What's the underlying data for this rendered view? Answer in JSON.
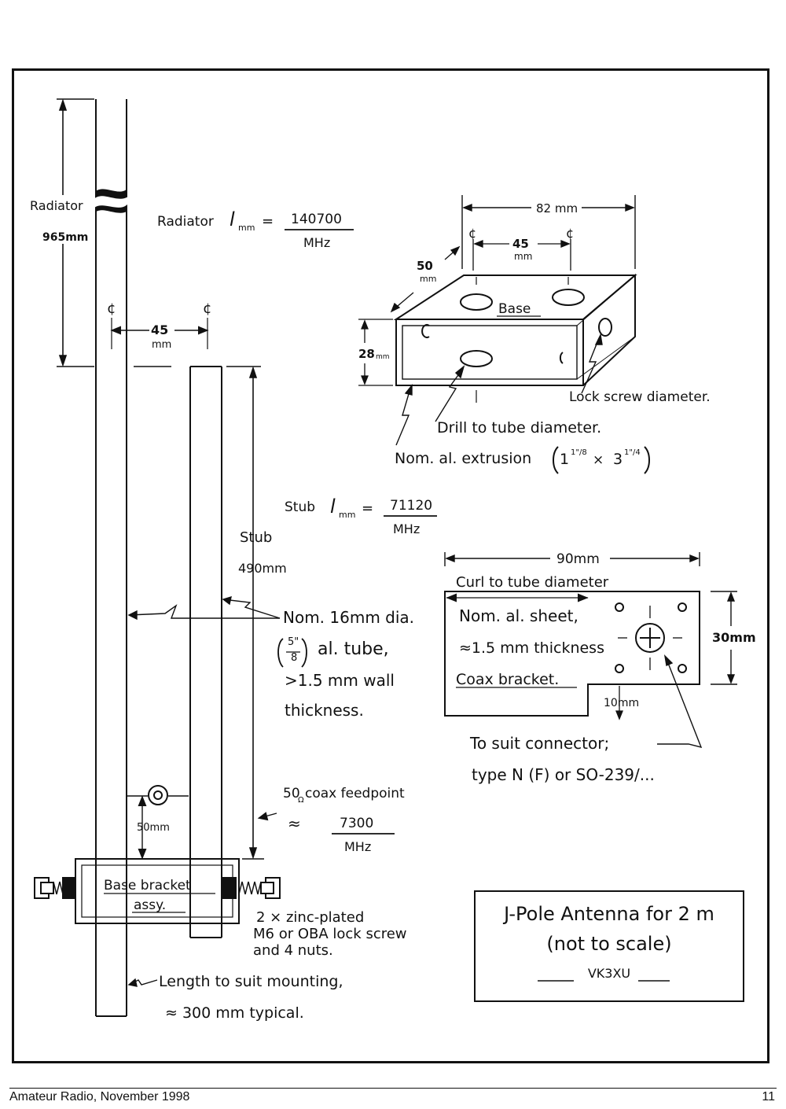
{
  "radiator": {
    "label": "Radiator",
    "length": "965mm",
    "formula_prefix": "Radiator",
    "formula_sym": "l",
    "formula_sub": "mm",
    "formula_eq": "=",
    "formula_num": "140700",
    "formula_den": "MHz"
  },
  "spacing": {
    "cl": "¢",
    "value": "45",
    "unit": "mm"
  },
  "stub": {
    "label": "Stub",
    "length": "490mm",
    "formula_prefix": "Stub",
    "formula_sym": "l",
    "formula_sub": "mm",
    "formula_eq": "=",
    "formula_num": "71120",
    "formula_den": "MHz"
  },
  "tube_note": {
    "line1": "Nom. 16mm dia.",
    "line2_frac_num": "5\"",
    "line2_frac_den": "8",
    "line2_rest": "al. tube,",
    "line3": ">1.5 mm wall",
    "line4": "thickness."
  },
  "feedpoint": {
    "label_prefix": "50",
    "label_sub": "Ω",
    "label_rest": "coax feedpoint",
    "approx": "≈",
    "num": "7300",
    "den": "MHz",
    "offset": "50mm"
  },
  "base_bracket": {
    "line1": "Base bracket",
    "line2": "assy."
  },
  "lock_note": {
    "line1": "2 × zinc-plated",
    "line2": "M6 or OBA lock screw",
    "line3": "and 4 nuts."
  },
  "mount_note": {
    "line1": "Length to suit mounting,",
    "line2": "≈ 300 mm typical."
  },
  "base_detail": {
    "width": "82 mm",
    "cl": "¢",
    "spacing_value": "45",
    "spacing_unit": "mm",
    "depth_value": "50",
    "depth_unit": "mm",
    "height_value": "28",
    "height_unit": "mm",
    "label": "Base",
    "lock_screw": "Lock screw diameter.",
    "drill": "Drill to tube diameter.",
    "extrusion_prefix": "Nom. al. extrusion",
    "extrusion_a": "1",
    "extrusion_a_frac": "1\"/8",
    "extrusion_x": "×",
    "extrusion_b": "3",
    "extrusion_b_frac": "1\"/4"
  },
  "coax_bracket": {
    "width": "90mm",
    "curl": "Curl to tube diameter",
    "line1": "Nom. al. sheet,",
    "line2": "≈1.5 mm thickness",
    "label": "Coax bracket.",
    "height": "30mm",
    "notch": "10mm",
    "connector_line1": "To suit connector;",
    "connector_line2": "type N (F) or SO-239/..."
  },
  "title": {
    "line1": "J-Pole Antenna for 2 m",
    "line2": "(not to scale)",
    "line3": "VK3XU"
  },
  "footer": {
    "left": "Amateur Radio, November 1998",
    "right": "11"
  }
}
